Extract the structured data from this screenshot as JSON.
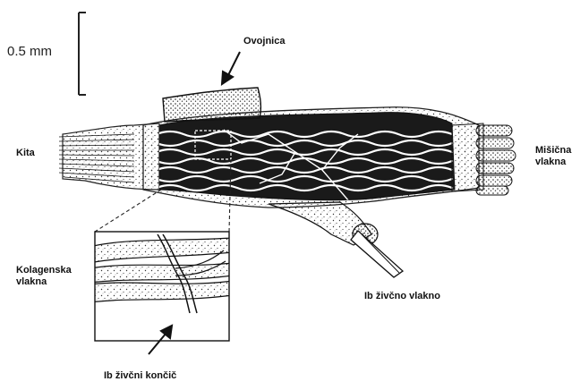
{
  "figure": {
    "scale_label": "0.5 mm",
    "labels": {
      "sheath": "Ovojnica",
      "tendon": "Kita",
      "muscle_fibers": [
        "Mišična",
        "vlakna"
      ],
      "collagen_fibers": [
        "Kolagenska",
        "vlakna"
      ],
      "nerve_fiber": "Ib živčno vlakno",
      "nerve_ending": "Ib živčni končič"
    }
  },
  "colors": {
    "ink": "#111111",
    "paper": "#ffffff",
    "stipple": "#555555"
  }
}
